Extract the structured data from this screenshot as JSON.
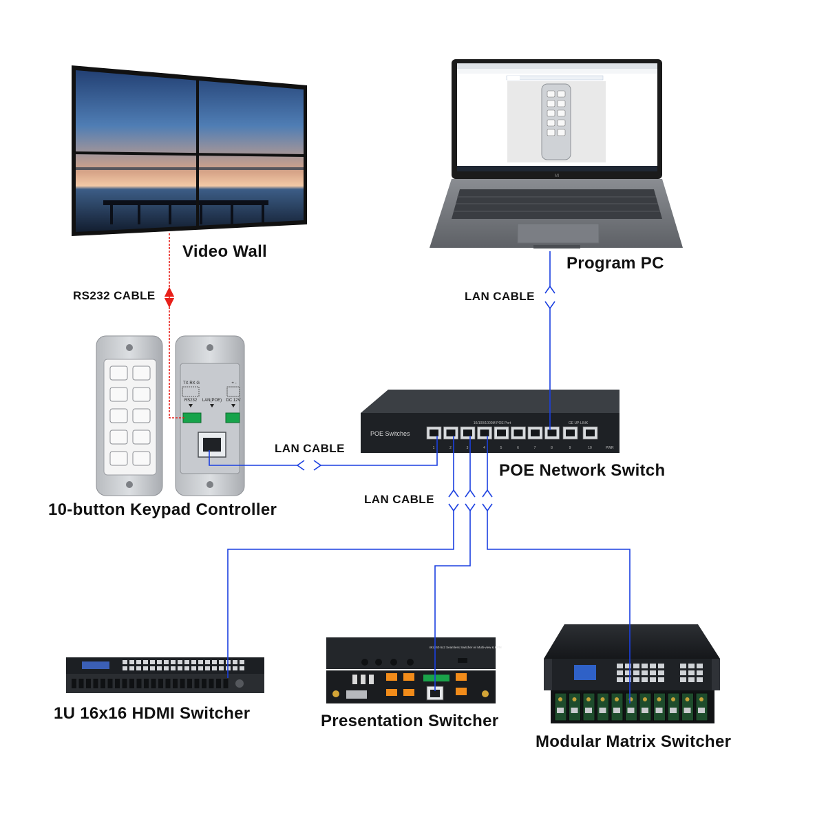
{
  "devices": {
    "video_wall": "Video Wall",
    "program_pc": "Program PC",
    "keypad": "10-button Keypad Controller",
    "poe_switch": "POE Network Switch",
    "hdmi_switcher": "1U 16x16 HDMI Switcher",
    "presentation_switcher": "Presentation Switcher",
    "modular_matrix": "Modular Matrix Switcher"
  },
  "cables": {
    "rs232": "RS232 CABLE",
    "lan_pc": "LAN CABLE",
    "lan_keypad": "LAN CABLE",
    "lan_bottom": "LAN CABLE"
  },
  "device_printed": {
    "poe_brand": "POE Switches",
    "poe_port_caption": "10/100/1000M POE Port",
    "poe_uplink_caption": "GE UP-LINK",
    "poe_pwr": "PWR",
    "poe_port_numbers": [
      "1",
      "2",
      "3",
      "4",
      "5",
      "6",
      "7",
      "8",
      "9",
      "10"
    ],
    "keypad_rs232_pins": "TX RX G",
    "keypad_rs232": "RS232",
    "keypad_lan": "LAN(POE)",
    "keypad_dc": "DC 12V",
    "keypad_dc_pins": "+ -",
    "pres_title": "4K@60 6x2 Seamless Switcher w/ Multi-view & KVM",
    "laptop_brand": "MI"
  },
  "colors": {
    "rs232_cable": "#e8201a",
    "lan_cable": "#1a3fe0",
    "screen_border": "#1b1b1b"
  }
}
